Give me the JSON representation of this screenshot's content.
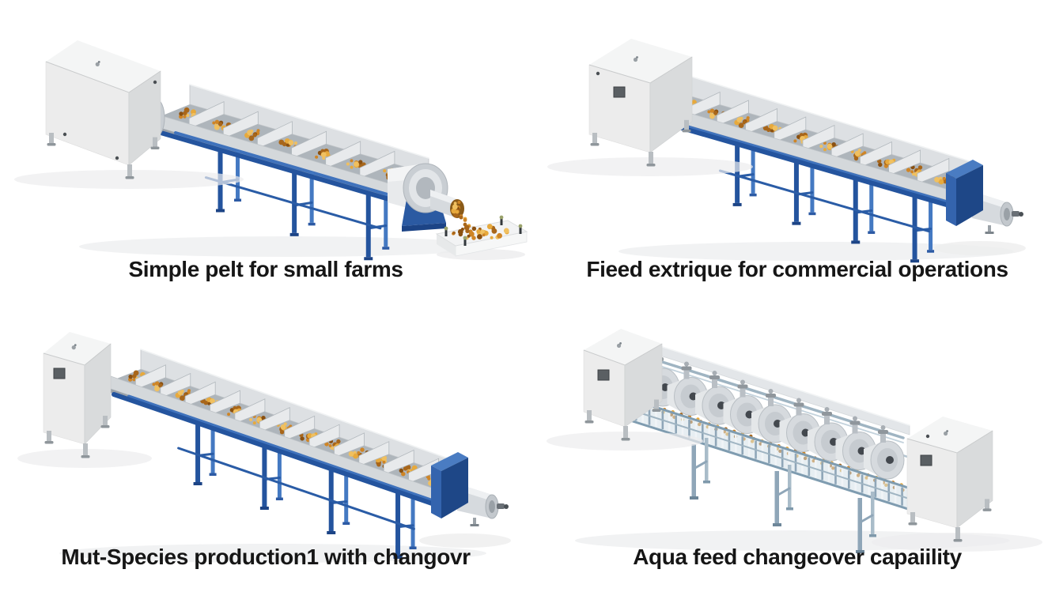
{
  "page": {
    "background": "#ffffff",
    "layout": "2x2 grid of machine renders with bold captions"
  },
  "colors": {
    "caption_text": "#161616",
    "frame_blue": "#2a5ca6",
    "frame_blue_dark": "#1c4486",
    "frame_blue_light": "#3f72bc",
    "end_box_blue": "#3464ae",
    "steel_blue": "#8fa6b8",
    "pellet_gold": "#e7a93c",
    "pellet_amber": "#cf8526",
    "pellet_brown": "#a8661a",
    "cabinet_light": "#ececec",
    "cabinet_side": "#d9dbdc",
    "cabinet_top": "#f4f5f5",
    "silver": "#d6dade",
    "trough_wall": "#dde0e3",
    "trough_floor": "#aeb5bb"
  },
  "figures": [
    {
      "id": "simple-pellet-mill",
      "caption": "Simple pelt for small farms",
      "illustration": {
        "style": "conveyor_pellet_mill",
        "compartments": 7,
        "support_legs": 3,
        "end": "drum_with_discharge_tray"
      }
    },
    {
      "id": "commercial-extruder",
      "caption": "Fieed extrique for commercial operations",
      "illustration": {
        "style": "conveyor_pellet_mill",
        "compartments": 10,
        "support_legs": 4,
        "end": "blue_box_cylinder"
      }
    },
    {
      "id": "multi-species-line",
      "caption": "Mut-Species production1 with changovr",
      "illustration": {
        "style": "conveyor_pellet_mill",
        "compartments": 13,
        "support_legs": 4,
        "end": "blue_box_cylinder"
      }
    },
    {
      "id": "aqua-feed-line",
      "caption": "Aqua feed changeover capaiility",
      "illustration": {
        "style": "drum_process_line",
        "drums": 9,
        "cabinets": 2
      }
    }
  ]
}
